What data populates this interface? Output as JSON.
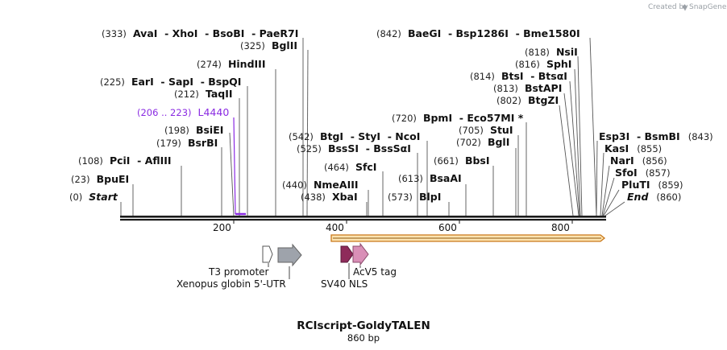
{
  "header": {
    "credit": "Created by",
    "brand": "SnapGene"
  },
  "sequence": {
    "name": "RCIscript-GoldyTALEN",
    "length_label": "860 bp",
    "length_bp": 860
  },
  "axis": {
    "ticks": [
      "200",
      "400",
      "600",
      "800"
    ]
  },
  "sites": [
    {
      "pos": "(333)",
      "names": "AvaI  - XhoI  - BsoBI  - PaeR7I"
    },
    {
      "pos": "(325)",
      "names": "BglII"
    },
    {
      "pos": "(274)",
      "names": "HindIII"
    },
    {
      "pos": "(225)",
      "names": "EarI  - SapI  - BspQI"
    },
    {
      "pos": "(212)",
      "names": "TaqII"
    },
    {
      "pos": "(206 .. 223)",
      "names": "L4440"
    },
    {
      "pos": "(198)",
      "names": "BsiEI"
    },
    {
      "pos": "(179)",
      "names": "BsrBI"
    },
    {
      "pos": "(108)",
      "names": "PciI  - AflIII"
    },
    {
      "pos": "(23)",
      "names": "BpuEI"
    },
    {
      "pos": "(0)",
      "names": "Start"
    },
    {
      "pos": "(842)",
      "names": "BaeGI  - Bsp1286I  - Bme1580I"
    },
    {
      "pos": "(818)",
      "names": "NsiI"
    },
    {
      "pos": "(816)",
      "names": "SphI"
    },
    {
      "pos": "(814)",
      "names": "BtsI  - BtsαI"
    },
    {
      "pos": "(813)",
      "names": "BstAPI"
    },
    {
      "pos": "(802)",
      "names": "BtgZI"
    },
    {
      "pos": "(720)",
      "names": "BpmI  - Eco57MI *"
    },
    {
      "pos": "(705)",
      "names": "StuI"
    },
    {
      "pos": "(702)",
      "names": "BglI"
    },
    {
      "pos": "(542)",
      "names": "BtgI  - StyI  - NcoI"
    },
    {
      "pos": "(525)",
      "names": "BssSI  - BssSαI"
    },
    {
      "pos": "(661)",
      "names": "BbsI"
    },
    {
      "pos": "(464)",
      "names": "SfcI"
    },
    {
      "pos": "(613)",
      "names": "BsaAI"
    },
    {
      "pos": "(440)",
      "names": "NmeAIII"
    },
    {
      "pos": "(438)",
      "names": "XbaI"
    },
    {
      "pos": "(573)",
      "names": "BlpI"
    },
    {
      "pos": "(843)",
      "names": "Esp3I  - BsmBI"
    },
    {
      "pos": "(855)",
      "names": "KasI"
    },
    {
      "pos": "(856)",
      "names": "NarI"
    },
    {
      "pos": "(857)",
      "names": "SfoI"
    },
    {
      "pos": "(859)",
      "names": "PluTI"
    },
    {
      "pos": "(860)",
      "names": "End"
    }
  ],
  "features": [
    {
      "name": "T3 promoter"
    },
    {
      "name": "Xenopus globin 5'-UTR"
    },
    {
      "name": "AcV5 tag"
    },
    {
      "name": "SV40 NLS"
    }
  ],
  "colors": {
    "backbone": "#1a1a1a",
    "primer": "#8a2be2",
    "orf_fill": "#fde3b0",
    "orf_stroke": "#c9781a",
    "t3": "#ffffff",
    "utr": "#9ea3ab",
    "nls": "#8e2b5a",
    "acv5": "#d98fb7"
  }
}
